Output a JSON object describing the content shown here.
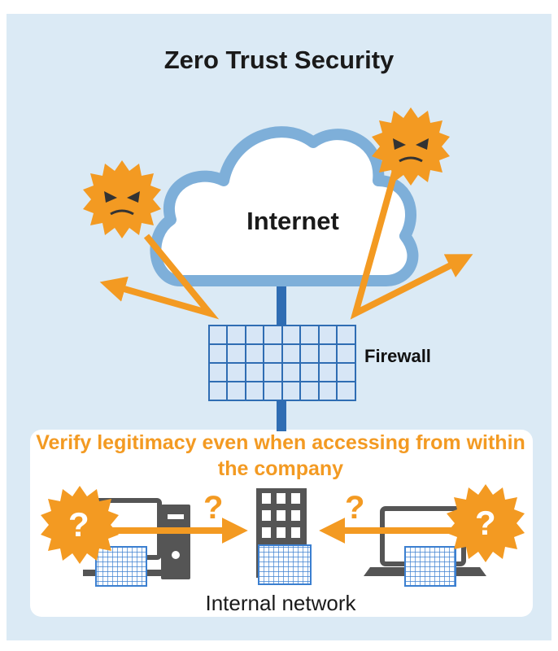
{
  "title": "Zero Trust Security",
  "cloud_label": "Internet",
  "firewall_label": "Firewall",
  "verify_text": "Verify legitimacy even when accessing from within the company",
  "internal_label": "Internal network",
  "question_mark": "?",
  "colors": {
    "panel_bg": "#dbeaf5",
    "cloud_outline": "#7eafd9",
    "firewall_blue": "#2f6db3",
    "orange": "#f39a22",
    "device_gray": "#555555"
  },
  "icons": [
    "cloud-icon",
    "firewall-icon",
    "malware-virus-icon",
    "desktop-computer-icon",
    "server-building-icon",
    "laptop-icon"
  ]
}
